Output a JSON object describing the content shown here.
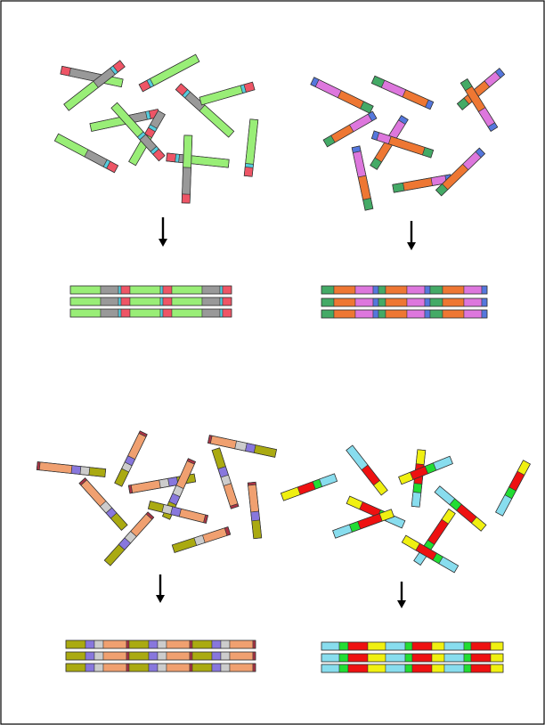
{
  "colors": {
    "background": "#ffffff",
    "frame": "#000000",
    "outline": "#333333",
    "arrow": "#000000"
  },
  "panels": [
    {
      "id": "top-left",
      "description_segments": [
        "red",
        "cyan",
        "gray",
        "green"
      ],
      "palette": {
        "green": "#99ee77",
        "gray": "#999999",
        "cyan": "#55ccdd",
        "red": "#ee5566"
      },
      "fragment_count": 11,
      "assembled_reads": 3
    },
    {
      "id": "top-right",
      "palette": {
        "blue": "#5577dd",
        "pink": "#dd77dd",
        "orange": "#ee7733",
        "green": "#44aa66"
      },
      "fragment_count": 9,
      "assembled_reads": 3
    },
    {
      "id": "bottom-left",
      "palette": {
        "olive": "#aaaa11",
        "purple": "#8877dd",
        "gray": "#cccccc",
        "peach": "#f0a070",
        "maroon": "#aa3344"
      },
      "fragment_count": 10,
      "assembled_reads": 3
    },
    {
      "id": "bottom-right",
      "palette": {
        "cyan": "#88ddee",
        "green": "#22dd33",
        "red": "#ee1111",
        "yellow": "#f0f011"
      },
      "fragment_count": 9,
      "assembled_reads": 3
    }
  ]
}
